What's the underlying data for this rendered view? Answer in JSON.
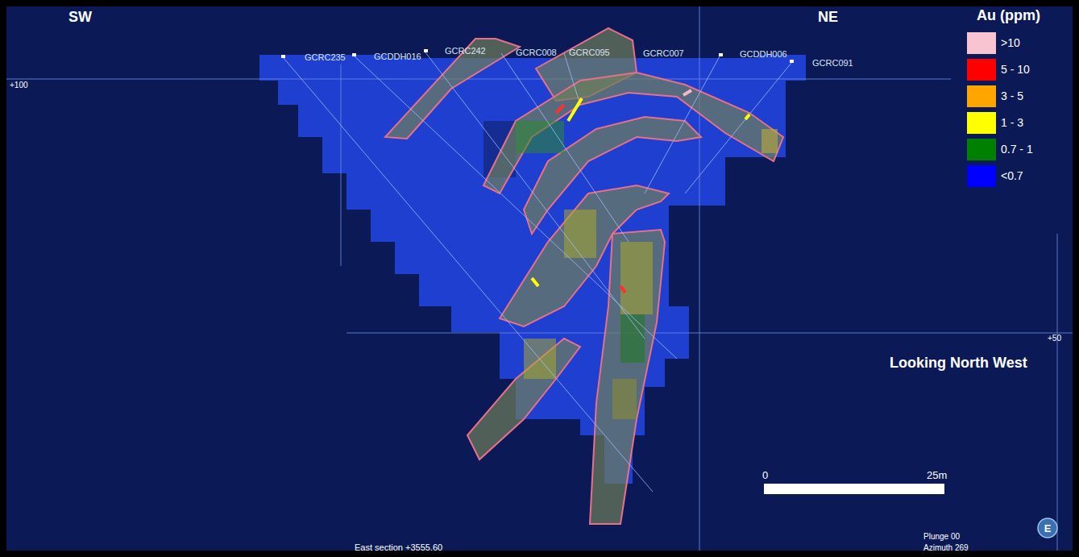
{
  "diagram": {
    "nodes": [
      {
        "text": [
          "E"
        ]
      }
    ],
    "labels": [
      "SW",
      "NE",
      "Au (ppm)",
      "+100",
      "+50",
      "GCRC235",
      "GCDDH016",
      "GCRC242",
      "GCRC008",
      "GCRC095",
      "GCRC007",
      "GCDDH006",
      "GCRC091",
      "Looking North West",
      "0",
      "25m",
      "Plunge 00",
      "Azimuth 269",
      "East section +3555.60"
    ],
    "legend": [
      {
        "text": ">10",
        "color": "#f9c4d2"
      },
      {
        "text": "5 - 10",
        "color": "#ff0000"
      },
      {
        "text": "3 - 5",
        "color": "#ffa500"
      },
      {
        "text": "1 - 3",
        "color": "#ffff00"
      },
      {
        "text": "0.7 - 1",
        "color": "#008000"
      },
      {
        "text": "<0.7",
        "color": "#0000ff"
      }
    ]
  }
}
